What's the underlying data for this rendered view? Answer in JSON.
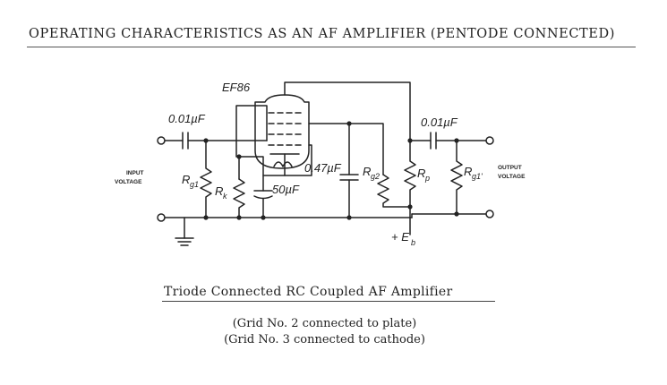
{
  "heading": "OPERATING CHARACTERISTICS AS AN AF AMPLIFIER (PENTODE CONNECTED)",
  "schematic": {
    "tube_label": "EF86",
    "c_in_label": "0.01µF",
    "c_out_label": "0.01µF",
    "c_screen_label": "0.47µF",
    "c_cathode_label": "50µF",
    "rg1_label": "R",
    "rg1_sub": "g1",
    "rk_label": "R",
    "rk_sub": "k",
    "rg2_label": "R",
    "rg2_sub": "g2",
    "rp_label": "R",
    "rp_sub": "p",
    "rg1p_label": "R",
    "rg1p_sub": "g1'",
    "input_label_1": "INPUT",
    "input_label_2": "VOLTAGE",
    "output_label_1": "OUTPUT",
    "output_label_2": "VOLTAGE",
    "supply_label": "+ E",
    "supply_sub": "b"
  },
  "caption": {
    "title": "Triode Connected RC Coupled AF Amplifier",
    "note_1": "(Grid No. 2 connected to plate)",
    "note_2": "(Grid No. 3 connected to cathode)"
  }
}
